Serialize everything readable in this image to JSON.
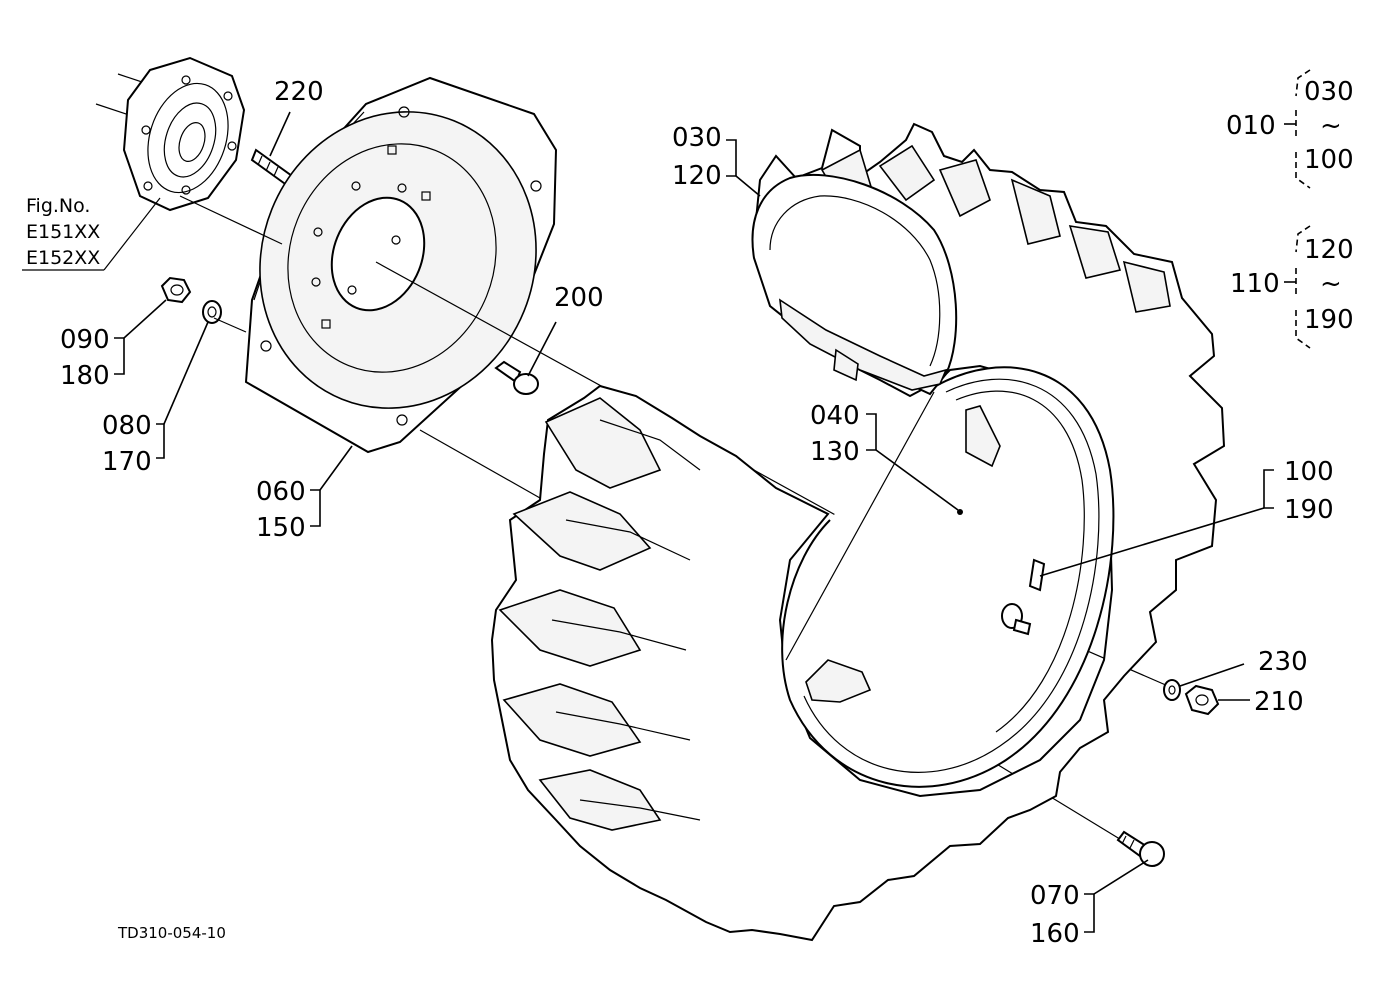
{
  "figure_ref": {
    "line1": "Fig.No.",
    "line2": "E151XX",
    "line3": "E152XX"
  },
  "drawing_code": "TD310-054-10",
  "labels": {
    "l220": "220",
    "l030a": "030",
    "l120a": "120",
    "l010": "010",
    "l030b": "030",
    "tilde1": "~",
    "l100a": "100",
    "l110": "110",
    "l120b": "120",
    "tilde2": "~",
    "l190a": "190",
    "l200": "200",
    "l090": "090",
    "l180": "180",
    "l080": "080",
    "l170": "170",
    "l060": "060",
    "l150": "150",
    "l040": "040",
    "l130": "130",
    "l100b": "100",
    "l190b": "190",
    "l230": "230",
    "l210": "210",
    "l070": "070",
    "l160": "160"
  }
}
